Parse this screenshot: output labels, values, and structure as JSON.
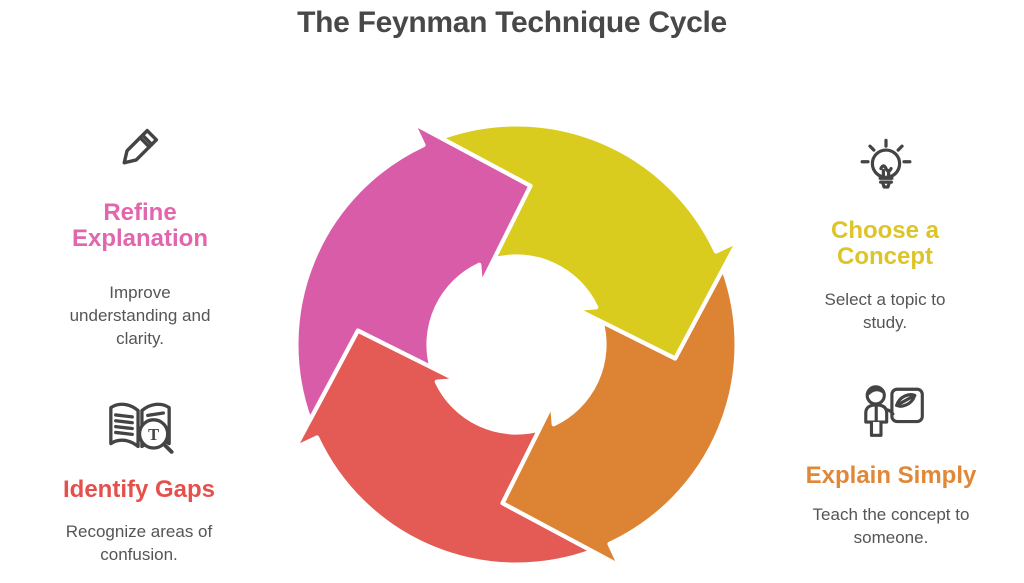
{
  "title": "The Feynman Technique Cycle",
  "steps": [
    {
      "heading": "Choose a Concept",
      "description": "Select a topic to study.",
      "color": "#DDC527",
      "icon": "lightbulb-icon",
      "position": "right-top"
    },
    {
      "heading": "Explain Simply",
      "description": "Teach the concept to someone.",
      "color": "#E08838",
      "icon": "presentation-board-icon",
      "position": "right-bottom"
    },
    {
      "heading": "Identify Gaps",
      "description": "Recognize areas of confusion.",
      "color": "#E4514D",
      "icon": "book-magnifier-icon",
      "position": "left-bottom"
    },
    {
      "heading": "Refine Explanation",
      "description": "Improve understanding and clarity.",
      "color": "#E265AE",
      "icon": "pencil-icon",
      "position": "left-top"
    }
  ],
  "cycle": {
    "direction": "clockwise",
    "segments": [
      {
        "label": "Refine Explanation",
        "color": "#D95CA9",
        "quadrant": "top-left"
      },
      {
        "label": "Choose a Concept",
        "color": "#DACB1F",
        "quadrant": "top-right"
      },
      {
        "label": "Explain Simply",
        "color": "#DD8434",
        "quadrant": "bottom-right"
      },
      {
        "label": "Identify Gaps",
        "color": "#E45A54",
        "quadrant": "bottom-left"
      }
    ]
  },
  "magnifier_letter": "T",
  "colors": {
    "background": "#FFFFFF",
    "title_text": "#484848",
    "body_text": "#555555",
    "icon_stroke": "#444444",
    "segment_outline": "#FFFFFF"
  }
}
